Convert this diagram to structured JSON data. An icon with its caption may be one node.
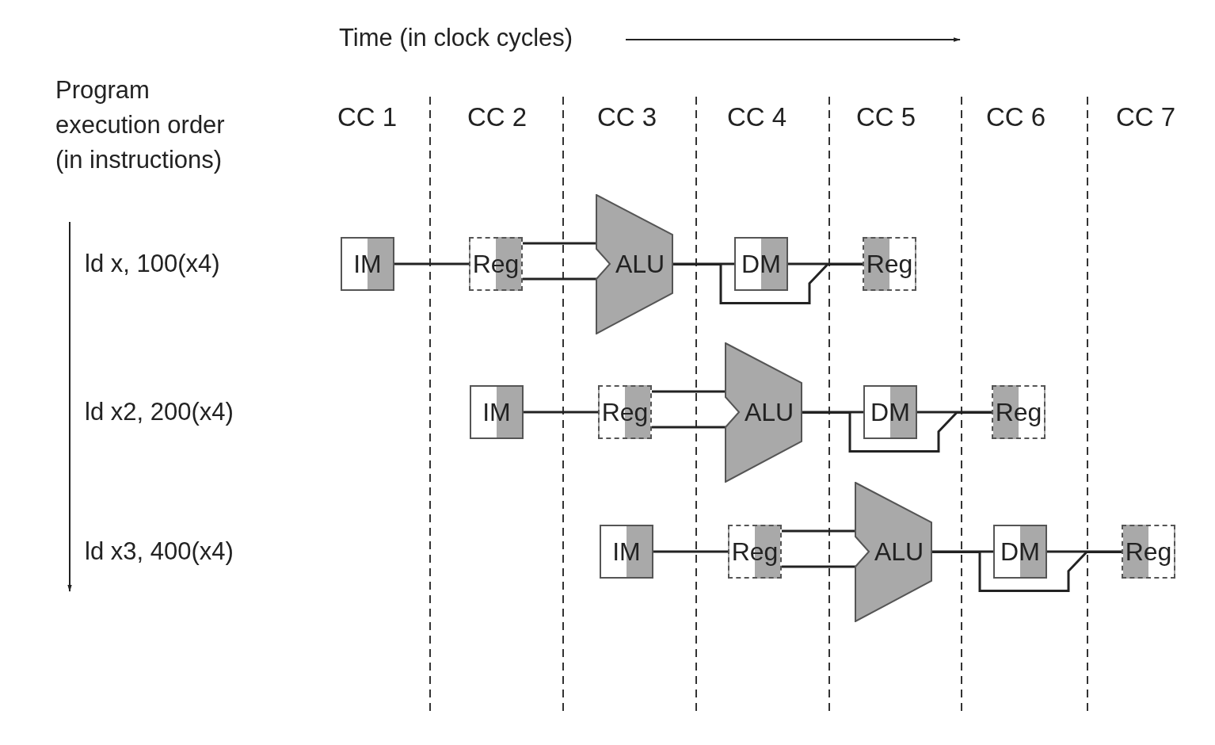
{
  "diagram": {
    "nodes": [
      {
        "text": [
          "IM"
        ]
      },
      {
        "text": [
          "Reg"
        ]
      },
      {
        "text": [
          "ALU"
        ]
      },
      {
        "text": [
          "DM"
        ]
      },
      {
        "text": [
          "Reg"
        ]
      },
      {
        "text": [
          "IM"
        ]
      },
      {
        "text": [
          "Reg"
        ]
      },
      {
        "text": [
          "ALU"
        ]
      },
      {
        "text": [
          "DM"
        ]
      },
      {
        "text": [
          "Reg"
        ]
      },
      {
        "text": [
          "IM"
        ]
      },
      {
        "text": [
          "Reg"
        ]
      },
      {
        "text": [
          "ALU"
        ]
      },
      {
        "text": [
          "DM"
        ]
      },
      {
        "text": [
          "Reg"
        ]
      }
    ],
    "edges": [
      {
        "from": 0,
        "to": 1,
        "arrow": "none"
      },
      {
        "from": 1,
        "to": 2,
        "arrow": "none"
      },
      {
        "from": 1,
        "to": 2,
        "arrow": "none"
      },
      {
        "from": 2,
        "to": 3,
        "arrow": "none"
      },
      {
        "from": 3,
        "to": 4,
        "arrow": "none"
      },
      {
        "from": 2,
        "to": 4,
        "arrow": "none"
      },
      {
        "from": 5,
        "to": 6,
        "arrow": "none"
      },
      {
        "from": 6,
        "to": 7,
        "arrow": "none"
      },
      {
        "from": 6,
        "to": 7,
        "arrow": "none"
      },
      {
        "from": 7,
        "to": 8,
        "arrow": "none"
      },
      {
        "from": 8,
        "to": 9,
        "arrow": "none"
      },
      {
        "from": 7,
        "to": 9,
        "arrow": "none"
      },
      {
        "from": 10,
        "to": 11,
        "arrow": "none"
      },
      {
        "from": 11,
        "to": 12,
        "arrow": "none"
      },
      {
        "from": 11,
        "to": 12,
        "arrow": "none"
      },
      {
        "from": 12,
        "to": 13,
        "arrow": "none"
      },
      {
        "from": 13,
        "to": 14,
        "arrow": "none"
      },
      {
        "from": 12,
        "to": 14,
        "arrow": "none"
      }
    ],
    "labels": [
      "Time (in clock cycles)",
      "Program execution order (in instructions)",
      "CC 1",
      "CC 2",
      "CC 3",
      "CC 4",
      "CC 5",
      "CC 6",
      "CC 7",
      "ld x, 100(x4)",
      "ld x2, 200(x4)",
      "ld x3, 400(x4)"
    ]
  }
}
